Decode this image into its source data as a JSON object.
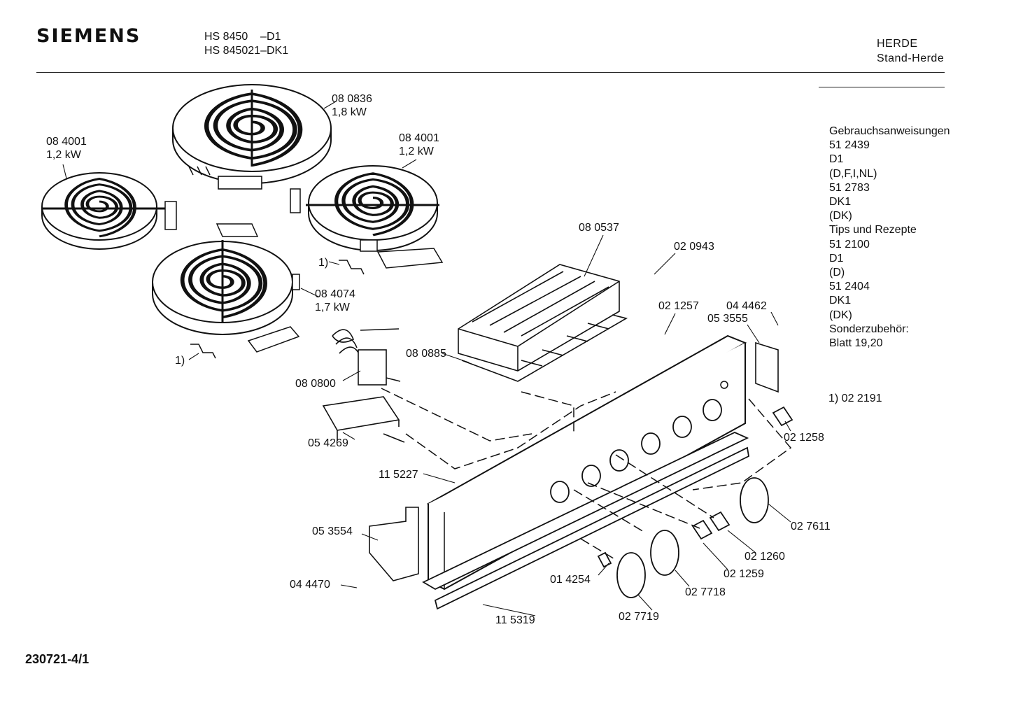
{
  "header": {
    "brand": "SIEMENS",
    "model_lines": [
      "HS 8450    –D1",
      "HS 845021–DK1"
    ],
    "category": "HERDE",
    "subcategory": "Stand-Herde"
  },
  "sidebar": {
    "lines": [
      "Gebrauchsanweisungen",
      "51 2439",
      "D1",
      "(D,F,I,NL)",
      "51 2783",
      "DK1",
      "(DK)",
      "Tips und Rezepte",
      "51 2100",
      "D1",
      "(D)",
      "51 2404",
      "DK1",
      "(DK)",
      "Sonderzubehör:",
      "Blatt 19,20"
    ],
    "footnote": "1) 02 2191"
  },
  "document_number": "230721-4/1",
  "part_labels": [
    [
      "08 0836",
      "1,8 kW"
    ],
    [
      "08 4001",
      "1,2 kW"
    ],
    [
      "08 4001",
      "1,2 kW"
    ],
    [
      "08 4074",
      "1,7 kW"
    ],
    [
      "08 0537"
    ],
    [
      "02 0943"
    ],
    [
      "02 1257"
    ],
    [
      "04 4462"
    ],
    [
      "05 3555"
    ],
    [
      "08 0885"
    ],
    [
      "08 0800"
    ],
    [
      "05 4269"
    ],
    [
      "11 5227"
    ],
    [
      "02 1258"
    ],
    [
      "02 7611"
    ],
    [
      "02 1260"
    ],
    [
      "02 1259"
    ],
    [
      "02 7718"
    ],
    [
      "01 4254"
    ],
    [
      "02 7719"
    ],
    [
      "11 5319"
    ],
    [
      "05 3554"
    ],
    [
      "04 4470"
    ],
    [
      "1)"
    ],
    [
      "1)"
    ]
  ]
}
